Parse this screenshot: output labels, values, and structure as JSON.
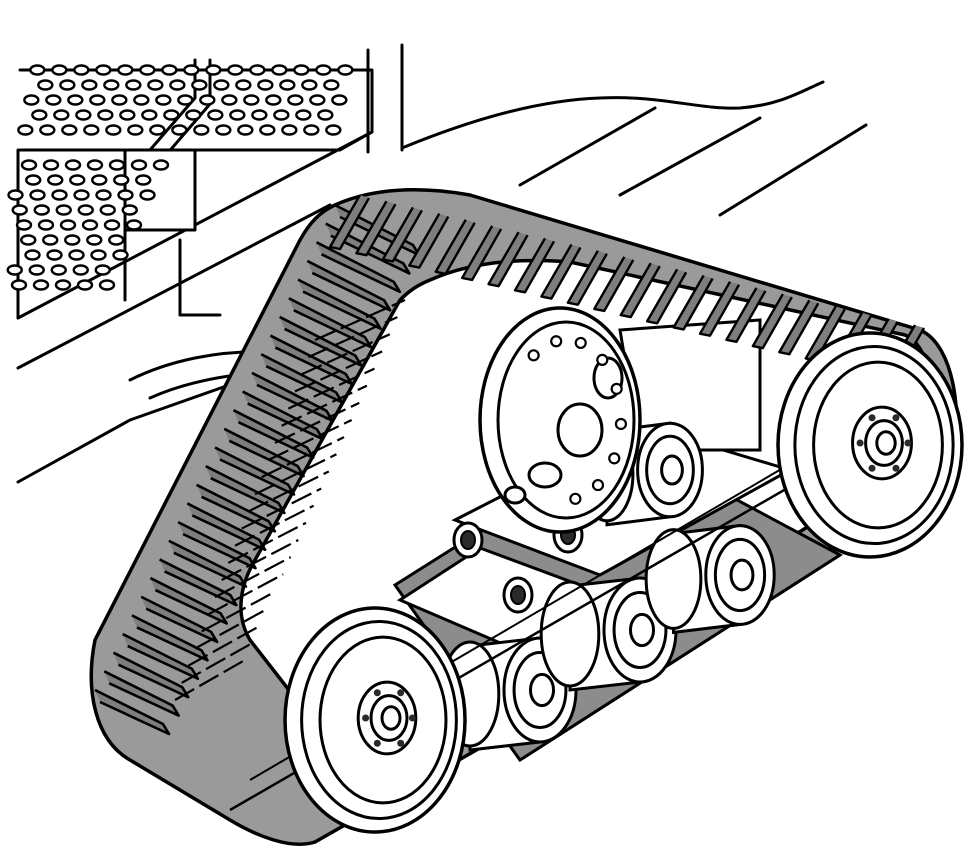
{
  "illustration": {
    "subject": "",
    "colors": {
      "background": "#ffffff",
      "line": "#000000",
      "track_fill": "#9a9a9a",
      "shade": "#7e7e7e",
      "dark": "#2a2a2a"
    },
    "components": {
      "track_treads": 27,
      "inner_track_ribs": 22,
      "mid_rollers": 4,
      "perforated_panels": 2
    }
  }
}
